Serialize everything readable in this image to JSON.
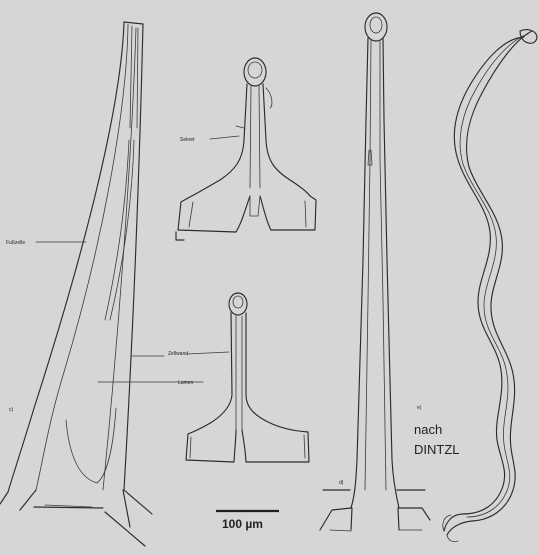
{
  "labels": {
    "a": "c)",
    "b": "d)",
    "c": "e)",
    "nach": "nach",
    "author": "DINTZL",
    "fuss": "Fußzelle",
    "sekret": "Sekret",
    "zellwand": "Zellwand",
    "lumen": "Lumen",
    "scale": "100 µm"
  },
  "colors": {
    "background": "#d6d6d6",
    "ink": "#2c2c2c"
  }
}
